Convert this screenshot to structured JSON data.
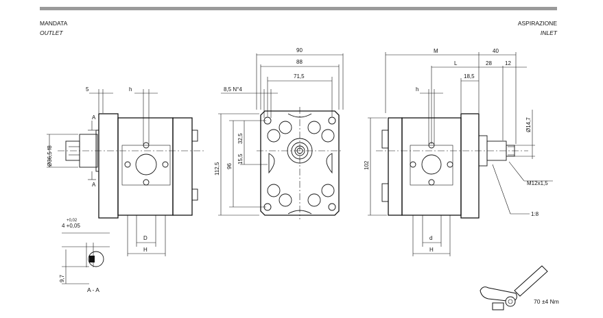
{
  "header": {
    "left_label_1": "MANDATA",
    "left_label_2": "OUTLET",
    "right_label_1": "ASPIRAZIONE",
    "right_label_2": "INLET",
    "bar_color": "#9a9a9a"
  },
  "left_view": {
    "dim_5": "5",
    "dim_h": "h",
    "dim_diameter": "Ø36,5 f8",
    "dim_D": "D",
    "dim_H": "H",
    "section_A_top": "A",
    "section_A_bottom": "A"
  },
  "section": {
    "tol_upper": "+0,02",
    "tol_lower": "4 +0,05",
    "dim_9_7": "9,7",
    "caption": "A - A"
  },
  "front_view": {
    "dim_90": "90",
    "dim_88": "88",
    "dim_71_5": "71,5",
    "dim_holes": "8,5 N°4",
    "dim_112_5": "112,5",
    "dim_96": "96",
    "dim_32_5": "32,5",
    "dim_15_5": "15,5"
  },
  "right_view": {
    "dim_M": "M",
    "dim_40": "40",
    "dim_L": "L",
    "dim_28": "28",
    "dim_12": "12",
    "dim_18_5": "18,5",
    "dim_h": "h",
    "dim_102": "102",
    "dim_14_7": "Ø14,7",
    "dim_thread": "M12x1,5",
    "dim_taper": "1:8",
    "dim_d": "d",
    "dim_H": "H"
  },
  "torque": {
    "label": "70 ±4 Nm",
    "icon": "torque-wrench-icon"
  }
}
